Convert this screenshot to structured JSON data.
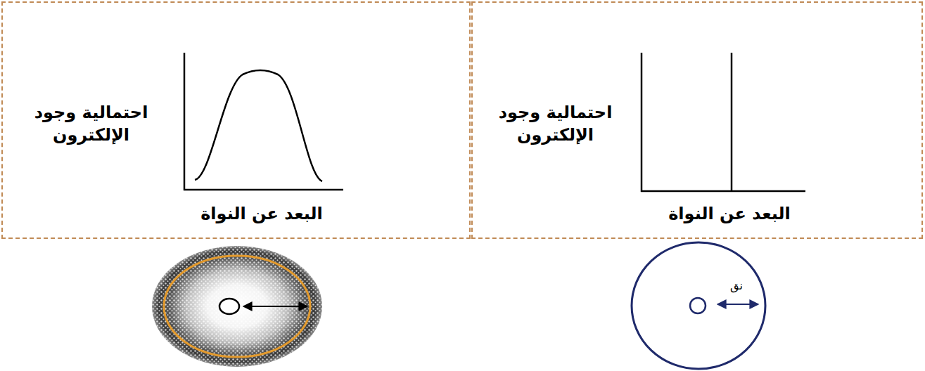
{
  "diagram": {
    "nodes": [
      {
        "text": [
          "احتمالية وجود الإلكترون",
          "البعد عن النواة"
        ]
      },
      {
        "text": [
          "احتمالية وجود الإلكترون",
          "البعد عن النواة"
        ]
      }
    ],
    "labels": [
      "نق"
    ]
  }
}
